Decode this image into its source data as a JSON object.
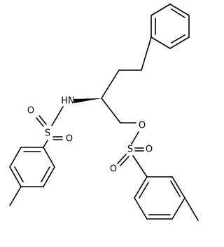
{
  "molecule": {
    "atoms": {
      "nh": "HN",
      "s_left": "S",
      "o_left_top": "O",
      "o_left_bottom": "O",
      "o_ester": "O",
      "s_right": "S",
      "o_right_left": "O",
      "o_right_right": "O"
    }
  }
}
